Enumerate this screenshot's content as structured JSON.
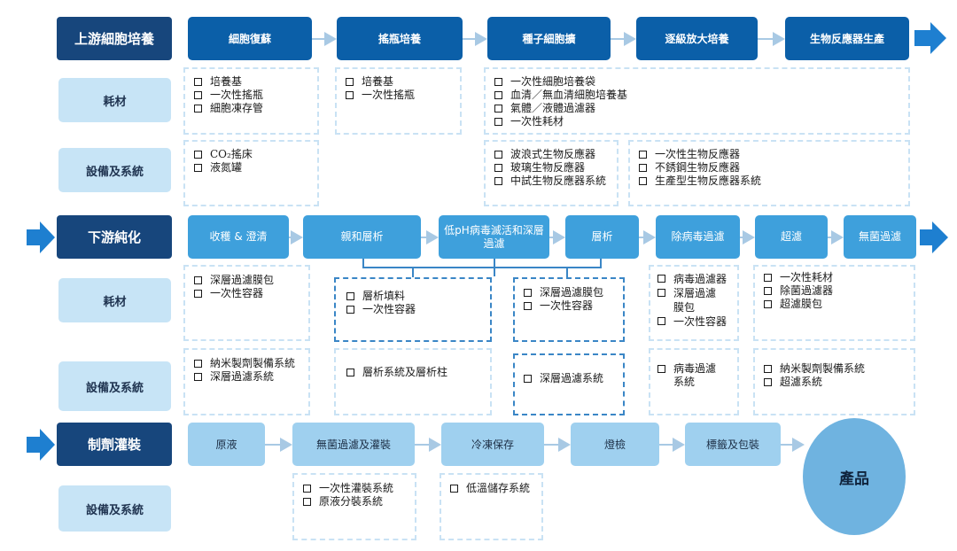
{
  "sections": {
    "upstream": "上游細胞培養",
    "downstream": "下游純化",
    "fill": "制劑灌裝"
  },
  "row_labels": {
    "consumables": "耗材",
    "equipment": "設備及系統"
  },
  "upstream": {
    "steps": [
      "細胞復蘇",
      "搖瓶培養",
      "種子細胞擴",
      "逐級放大培養",
      "生物反應器生產"
    ],
    "consumables": [
      [
        "培養基",
        "一次性搖瓶",
        "細胞凍存管"
      ],
      [
        "培養基",
        "一次性搖瓶"
      ],
      [
        "一次性細胞培養袋",
        "血清／無血清細胞培養基",
        "氣體／液體過濾器",
        "一次性耗材"
      ]
    ],
    "equipment": [
      [
        "CO₂搖床",
        "液氮罐"
      ],
      [
        "波浪式生物反應器",
        "玻璃生物反應器",
        "中試生物反應器系統"
      ],
      [
        "一次性生物反應器",
        "不銹鋼生物反應器",
        "生產型生物反應器系統"
      ]
    ]
  },
  "downstream": {
    "steps": [
      "收穫 & 澄清",
      "親和層析",
      "低pH病毒滅活和深層過濾",
      "層析",
      "除病毒過濾",
      "超濾",
      "無菌過濾"
    ],
    "consumables": [
      [
        "深層過濾膜包",
        "一次性容器"
      ],
      [
        "層析填料",
        "一次性容器"
      ],
      [
        "深層過濾膜包",
        "一次性容器"
      ],
      [
        "病毒過濾器",
        "深層過濾膜包",
        "一次性容器"
      ],
      [
        "一次性耗材",
        "除菌過濾器",
        "超濾膜包"
      ]
    ],
    "equipment": [
      [
        "納米製劑製備系統",
        "深層過濾系統"
      ],
      [
        "層析系統及層析柱"
      ],
      [
        "深層過濾系統"
      ],
      [
        "病毒過濾系統"
      ],
      [
        "納米製劑製備系統",
        "超濾系統"
      ]
    ]
  },
  "fill": {
    "steps": [
      "原液",
      "無菌過濾及灌裝",
      "冷凍保存",
      "燈檢",
      "標籤及包裝"
    ],
    "product": "產品",
    "equipment": [
      [
        "一次性灌裝系統",
        "原液分裝系統"
      ],
      [
        "低溫儲存系統"
      ]
    ]
  },
  "colors": {
    "section": "#17467c",
    "label_bg": "#c7e4f6",
    "step_dark": "#0b5fa8",
    "step_mid": "#3ea0dc",
    "step_pale": "#9fd0ef",
    "arrow": "#a8c9e4",
    "big_arrow": "#1e7fd0",
    "dashed": "#c9e2f4",
    "dashed_dark": "#3a86c6",
    "product": "#6fb3e0"
  }
}
